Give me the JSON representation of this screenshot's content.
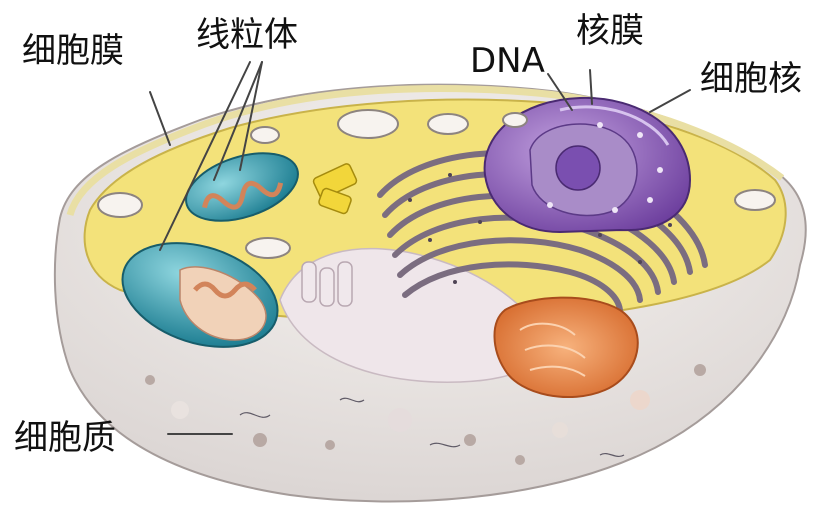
{
  "labels": {
    "cell_membrane": "细胞膜",
    "mitochondria": "线粒体",
    "dna": "DNA",
    "nuclear_membrane": "核膜",
    "nucleus": "细胞核",
    "cytoplasm": "细胞质"
  },
  "colors": {
    "cytosol_yellow": "#f3e27a",
    "membrane_rim": "#f6efc0",
    "cell_body": "#eeeae6",
    "nucleus_purple": "#8a5bb4",
    "mitochondria_teal": "#3fa9b8",
    "rough_er": "#7b6d80",
    "golgi_orange": "#e38a4a",
    "vacuole_pink": "#e9c6d6"
  }
}
